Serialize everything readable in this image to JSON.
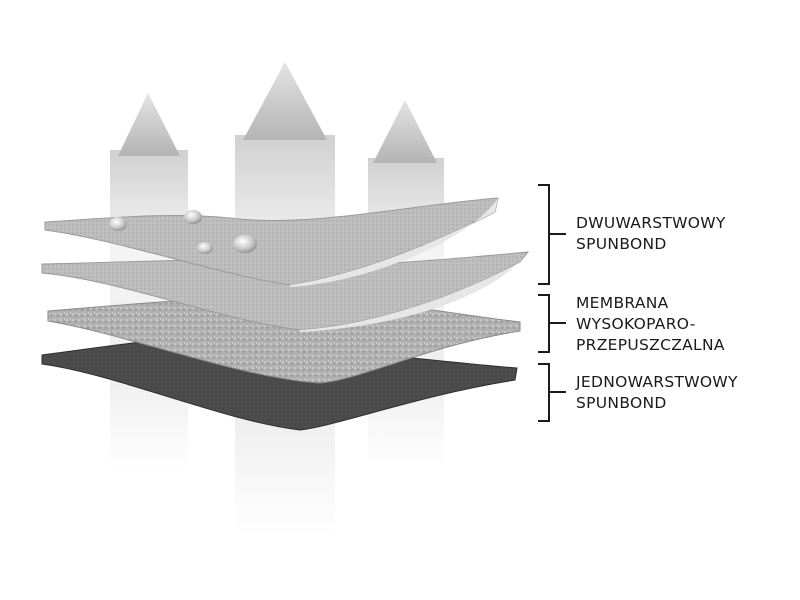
{
  "labels": [
    {
      "lines": [
        "DWUWARSTWOWY",
        "SPUNBOND"
      ]
    },
    {
      "lines": [
        "MEMBRANA",
        "WYSOKOPARO-",
        "PRZEPUSZCZALNA"
      ]
    },
    {
      "lines": [
        "JEDNOWARSTWOWY",
        "SPUNBOND"
      ]
    }
  ],
  "colors": {
    "arrow": "#c8c8c8",
    "sheet_light": "#b9b9b9",
    "membrane": "#a8a8a8",
    "sheet_dark": "#4a4a4a",
    "bracket": "#1a1a1a"
  }
}
